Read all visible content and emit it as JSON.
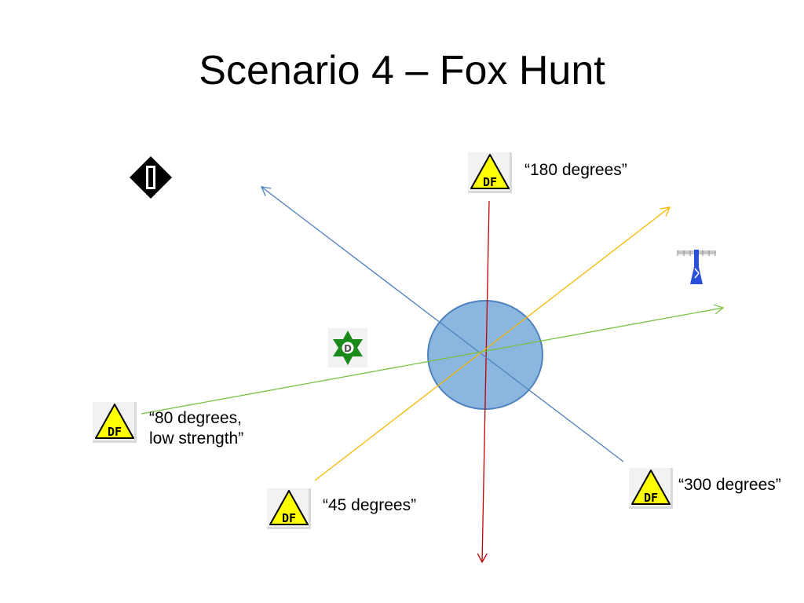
{
  "slide": {
    "title": "Scenario 4 – Fox Hunt"
  },
  "df_stations": [
    {
      "id": "top",
      "icon": "df-triangle-icon",
      "icon_text": "DF",
      "reading": "“180 degrees”"
    },
    {
      "id": "right",
      "icon": "df-triangle-icon",
      "icon_text": "DF",
      "reading": "“300 degrees”"
    },
    {
      "id": "bottom",
      "icon": "df-triangle-icon",
      "icon_text": "DF",
      "reading": "“45 degrees”"
    },
    {
      "id": "left",
      "icon": "df-triangle-icon",
      "icon_text": "DF",
      "reading_line1": "“80 degrees,",
      "reading_line2": "low strength”"
    }
  ],
  "map_icons": [
    {
      "id": "diamond",
      "icon": "black-diamond-marker-icon"
    },
    {
      "id": "star",
      "icon": "green-star-d-icon",
      "icon_text": "D"
    },
    {
      "id": "tower",
      "icon": "blue-radio-tower-icon"
    }
  ],
  "colors": {
    "bearing_180": "#c00000",
    "bearing_300": "#4f81bd",
    "bearing_45": "#f5b800",
    "bearing_80": "#7ac143",
    "target_fill": "#8ab6e0",
    "target_stroke": "#4f81bd",
    "df_yellow": "#ffff00",
    "star_green": "#1a8a1a",
    "tower_blue": "#2a4fd8"
  }
}
